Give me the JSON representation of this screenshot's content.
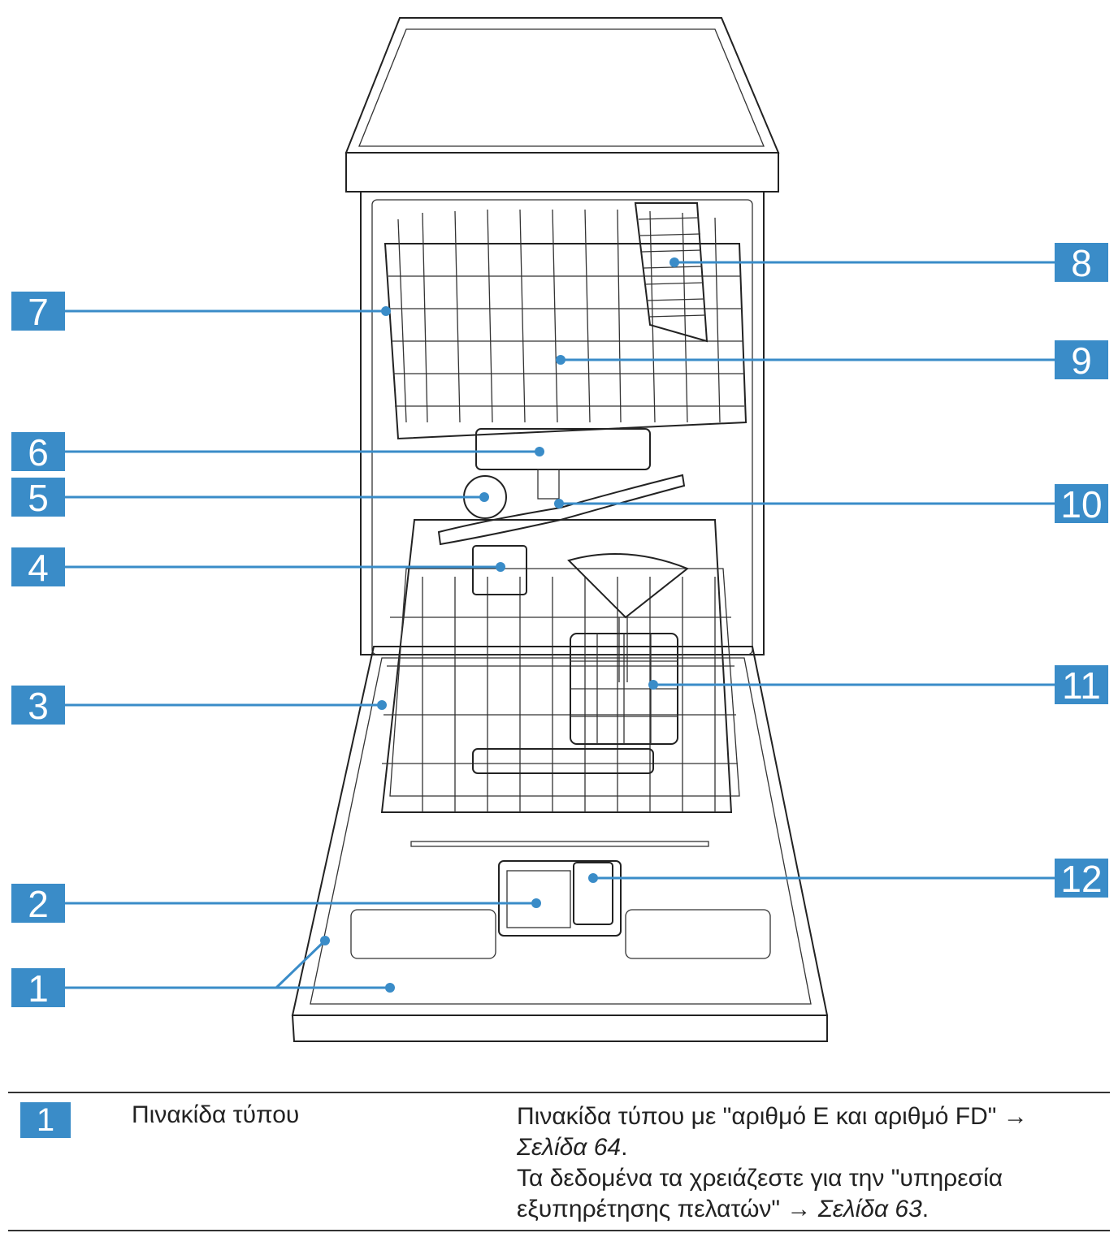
{
  "callouts": [
    "1",
    "2",
    "3",
    "4",
    "5",
    "6",
    "7",
    "8",
    "9",
    "10",
    "11",
    "12"
  ],
  "legend": {
    "number": "1",
    "term": "Πινακίδα τύπου",
    "desc_line1": "Πινακίδα τύπου με \"αριθμό E και αριθμό FD\" → ",
    "desc_ref1": "Σελίδα 64",
    "desc_dot1": ".",
    "desc_line2": "Τα δεδομένα τα χρειάζεστε για την \"υπηρεσία εξυπηρέτησης πελατών\" → ",
    "desc_ref2": "Σελίδα 63",
    "desc_dot2": "."
  },
  "colors": {
    "accent": "#3a8cc8",
    "ink": "#222222"
  }
}
